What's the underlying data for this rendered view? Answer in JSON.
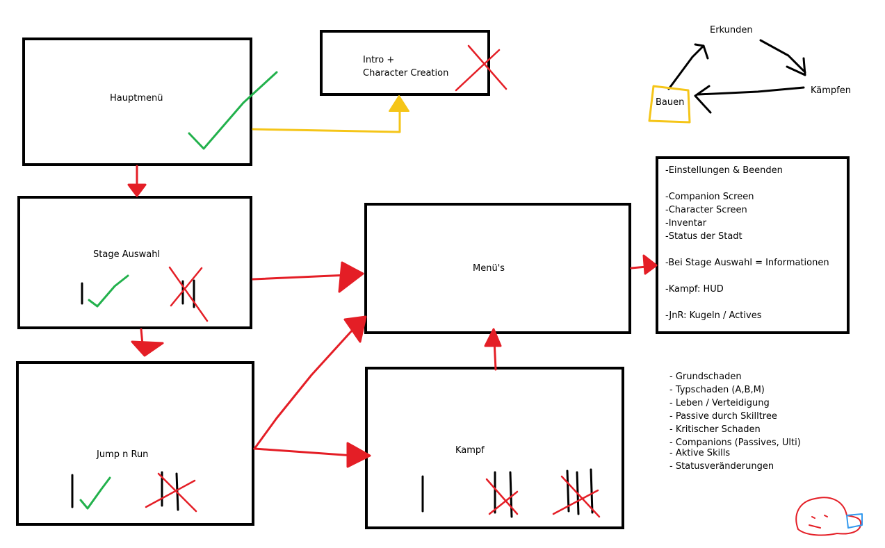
{
  "colors": {
    "red": "#e41e26",
    "green": "#22b14c",
    "yellow": "#f5c518",
    "blue": "#3399ee",
    "black": "#000000"
  },
  "nodes": {
    "hauptmenu": "Hauptmenü",
    "intro_line1": "Intro +",
    "intro_line2": "Character Creation",
    "stage": "Stage Auswahl",
    "menus": "Menü's",
    "jump": "Jump n Run",
    "kampf": "Kampf"
  },
  "cycle": {
    "erkunden": "Erkunden",
    "kaempfen": "Kämpfen",
    "bauen": "Bauen"
  },
  "menu_info": [
    "-Einstellungen & Beenden",
    "",
    "-Companion Screen",
    "-Character Screen",
    "-Inventar",
    "-Status der Stadt",
    "",
    "-Bei Stage Auswahl = Informationen",
    "",
    "-Kampf: HUD",
    "",
    "-JnR: Kugeln / Actives"
  ],
  "stats_list": [
    "- Grundschaden",
    "- Typschaden (A,B,M)",
    "- Leben / Verteidigung",
    "- Passive durch Skilltree",
    "- Kritischer Schaden",
    "- Companions (Passives, Ulti)",
    "- Aktive Skills",
    "- Statusveränderungen"
  ]
}
